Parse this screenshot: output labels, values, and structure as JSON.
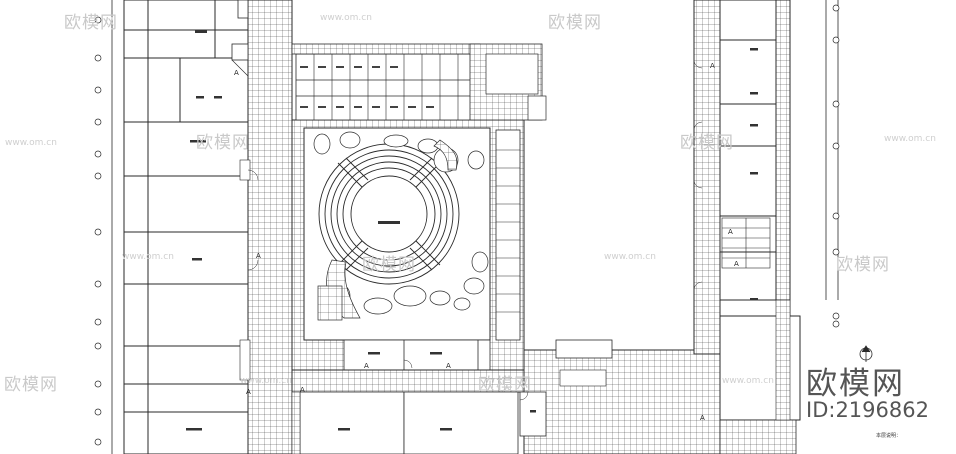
{
  "drawing": {
    "type": "architectural floor plan",
    "line_color": "#2a2a2a",
    "background": "#ffffff"
  },
  "watermark": {
    "brand_text": "欧模网",
    "url_text": "www.om.cn",
    "color": "#c9c9c9"
  },
  "brand_label": "欧模网",
  "id_label": "ID:2196862",
  "corner_note": "本层说明：",
  "grid_tags": [
    "A"
  ]
}
